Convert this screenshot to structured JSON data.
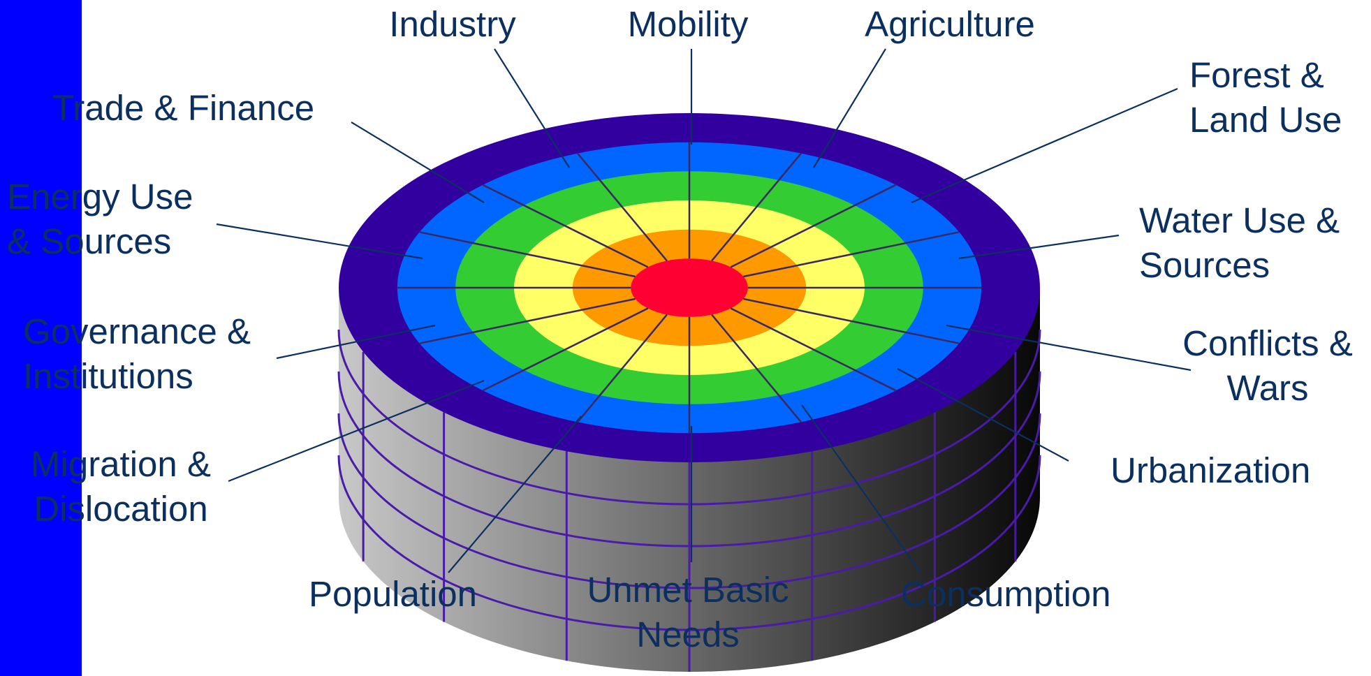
{
  "colors": {
    "left_bar": "#0000ff",
    "label_text": "#0b3060",
    "leader_line": "#0b3060",
    "rim": "#3300a0",
    "ring_blue": "#0066ff",
    "ring_green": "#33cc33",
    "ring_yellow": "#ffff66",
    "ring_orange": "#ff9900",
    "core": "#ff0033",
    "side_light": "#c8c8c8",
    "side_dark": "#080808",
    "side_grid": "#4a1aa8"
  },
  "labels": {
    "industry": "Industry",
    "mobility": "Mobility",
    "agriculture": "Agriculture",
    "trade_finance": "Trade & Finance",
    "forest_land_use": "Forest &\nLand Use",
    "energy_use": "Energy Use\n& Sources",
    "water_use": "Water Use &\nSources",
    "governance": "Governance &\nInstitutions",
    "conflicts": "Conflicts &\nWars",
    "migration": "Migration &\nDislocation",
    "urbanization": "Urbanization",
    "population": "Population",
    "unmet_needs": "Unmet Basic\nNeeds",
    "consumption": "Consumption"
  }
}
